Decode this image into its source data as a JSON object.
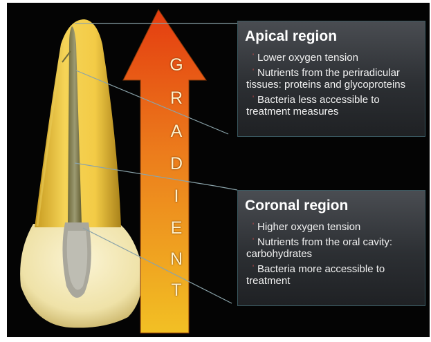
{
  "gradient_word": [
    "G",
    "R",
    "A",
    "D",
    "I",
    "E",
    "N",
    "T"
  ],
  "apical": {
    "title": "Apical region",
    "bullets": [
      "Lower oxygen tension",
      "Nutrients from the periradicular tissues: proteins and glycoproteins",
      "Bacteria less accessible to treatment measures"
    ]
  },
  "coronal": {
    "title": "Coronal region",
    "bullets": [
      "Higher oxygen tension",
      "Nutrients from the oral cavity: carbohydrates",
      "Bacteria more accessible to treatment"
    ]
  },
  "colors": {
    "background": "#040404",
    "arrow_top": "#e43c10",
    "arrow_bottom": "#f2c024",
    "panel": "#3a3d42",
    "title_text": "#ffffff"
  },
  "icons": [
    "tooth-root-illustration",
    "gradient-arrow-icon"
  ]
}
